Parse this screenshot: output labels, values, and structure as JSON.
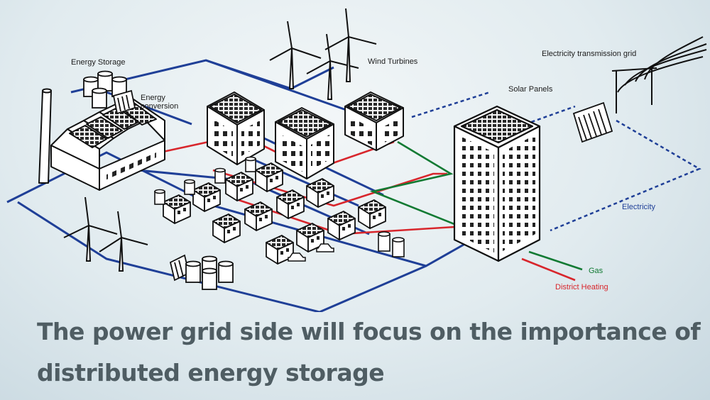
{
  "labels": {
    "energy_storage": "Energy Storage",
    "energy_conversion_1": "Energy",
    "energy_conversion_2": "conversion",
    "wind_turbines": "Wind Turbines",
    "solar_panels": "Solar Panels",
    "transmission_grid": "Electricity transmission grid",
    "electricity": "Electricity",
    "gas": "Gas",
    "district_heating": "District Heating"
  },
  "caption": {
    "line1": "The power grid side will focus on the importance of",
    "line2": "distributed energy storage"
  },
  "colors": {
    "electricity": "#1f3f97",
    "gas": "#127a33",
    "district_heating": "#d8262c",
    "caption_text": "#4f5d63",
    "background": "#e1ebef"
  }
}
